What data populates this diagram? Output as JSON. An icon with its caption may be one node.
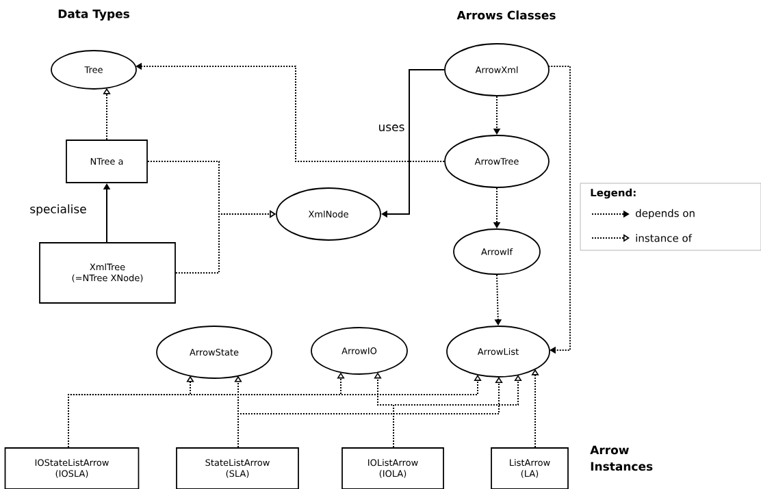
{
  "diagram": {
    "nodes": [
      {
        "text": [
          "Tree"
        ]
      },
      {
        "text": [
          "NTree a"
        ]
      },
      {
        "text": [
          "XmlTree",
          "(=NTree XNode)"
        ]
      },
      {
        "text": [
          "XmlNode"
        ]
      },
      {
        "text": [
          "ArrowXml"
        ]
      },
      {
        "text": [
          "ArrowTree"
        ]
      },
      {
        "text": [
          "ArrowIf"
        ]
      },
      {
        "text": [
          "ArrowState"
        ]
      },
      {
        "text": [
          "ArrowIO"
        ]
      },
      {
        "text": [
          "ArrowList"
        ]
      },
      {
        "text": [
          "IOStateListArrow",
          "(IOSLA)"
        ]
      },
      {
        "text": [
          "StateListArrow",
          "(SLA)"
        ]
      },
      {
        "text": [
          "IOListArrow",
          "(IOLA)"
        ]
      },
      {
        "text": [
          "ListArrow",
          "(LA)"
        ]
      }
    ],
    "edges": [
      {
        "from": 1,
        "to": 0,
        "arrow": "to",
        "style": "dashed"
      },
      {
        "from": 2,
        "to": 1,
        "arrow": "to",
        "label": "specialise"
      },
      {
        "from": 1,
        "to": 3,
        "arrow": "to",
        "style": "dashed"
      },
      {
        "from": 2,
        "to": 3,
        "arrow": "to",
        "style": "dashed"
      },
      {
        "from": 4,
        "to": 3,
        "arrow": "to",
        "label": "uses"
      },
      {
        "from": 5,
        "to": 0,
        "arrow": "to",
        "style": "dashed"
      },
      {
        "from": 4,
        "to": 5,
        "arrow": "to",
        "style": "dashed"
      },
      {
        "from": 5,
        "to": 6,
        "arrow": "to",
        "style": "dashed"
      },
      {
        "from": 6,
        "to": 9,
        "arrow": "to",
        "style": "dashed"
      },
      {
        "from": 4,
        "to": 9,
        "arrow": "to",
        "style": "dashed"
      },
      {
        "from": 10,
        "to": 7,
        "arrow": "to",
        "style": "dashed"
      },
      {
        "from": 10,
        "to": 8,
        "arrow": "to",
        "style": "dashed"
      },
      {
        "from": 10,
        "to": 9,
        "arrow": "to",
        "style": "dashed"
      },
      {
        "from": 11,
        "to": 7,
        "arrow": "to",
        "style": "dashed"
      },
      {
        "from": 11,
        "to": 9,
        "arrow": "to",
        "style": "dashed"
      },
      {
        "from": 12,
        "to": 8,
        "arrow": "to",
        "style": "dashed"
      },
      {
        "from": 12,
        "to": 9,
        "arrow": "to",
        "style": "dashed"
      },
      {
        "from": 13,
        "to": 9,
        "arrow": "to",
        "style": "dashed"
      }
    ],
    "labels": [
      "Data Types",
      "Arrows Classes",
      "Legend:",
      "Arrow Instances"
    ],
    "legend": [
      {
        "text": "depends on"
      },
      {
        "text": "instance of"
      }
    ]
  }
}
